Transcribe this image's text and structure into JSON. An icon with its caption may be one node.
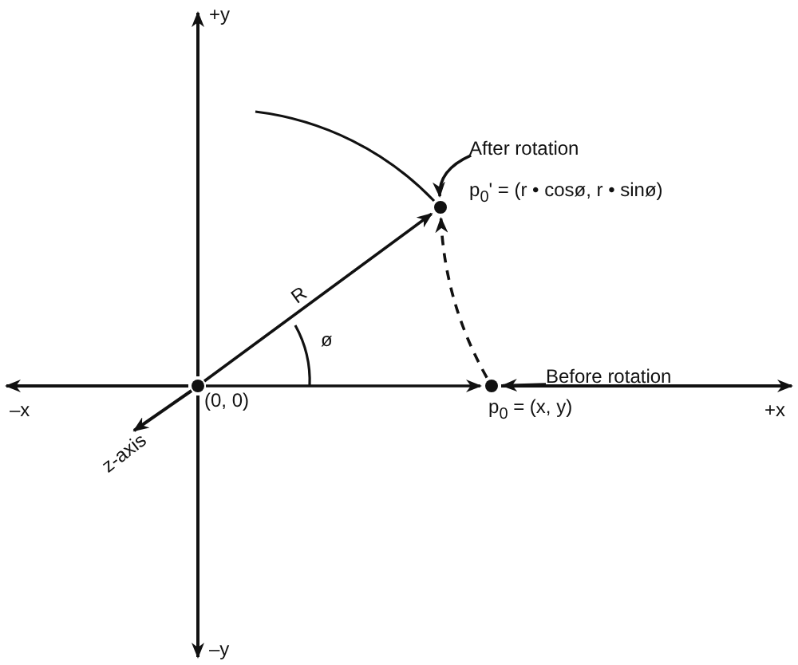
{
  "diagram": {
    "nodes": [
      {
        "text": [
          "(0, 0)"
        ]
      },
      {
        "text": [
          "p$_{0}$' = (r • cosø, r • sinø)"
        ]
      },
      {
        "text": [
          "p$_{0}$ = (x, y)"
        ]
      },
      {
        "text": [
          "After rotation"
        ]
      },
      {
        "text": [
          "Before rotation"
        ]
      }
    ],
    "edges": [
      {
        "from": 0,
        "to": 1,
        "arrow": "to",
        "label": "R"
      },
      {
        "from": 2,
        "to": 1,
        "arrow": "to",
        "style": "dashed"
      },
      {
        "from": 0,
        "to": 2,
        "arrow": "to"
      },
      {
        "from": 3,
        "to": 1,
        "arrow": "to"
      },
      {
        "from": 4,
        "to": 2,
        "arrow": "to"
      }
    ],
    "labels": [
      "+y",
      "ø",
      "–x",
      "+x",
      "z-axis",
      "–y"
    ]
  }
}
